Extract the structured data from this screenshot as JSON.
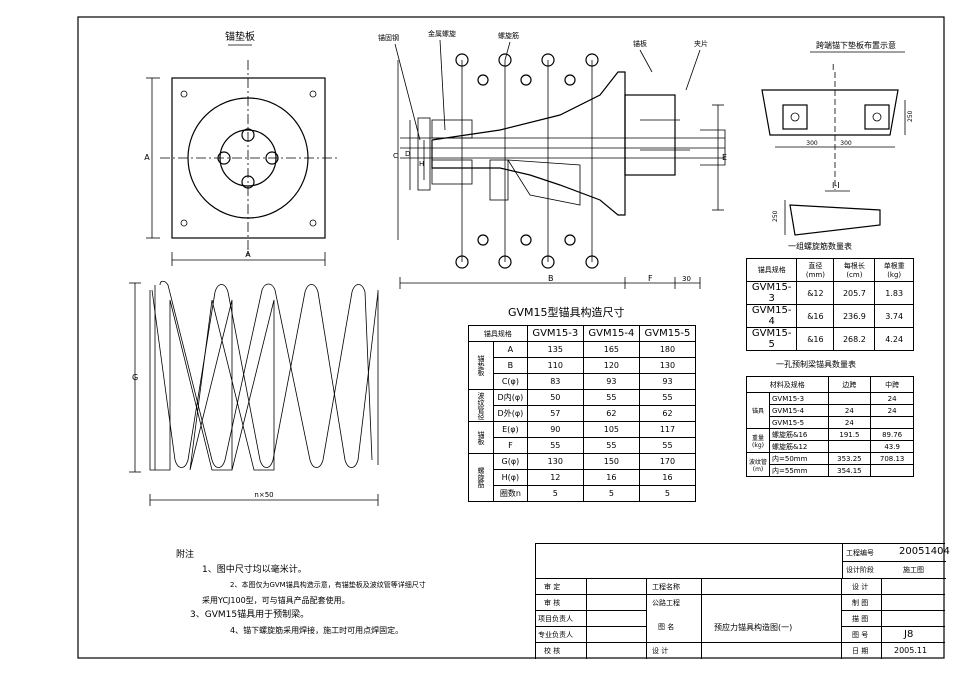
{
  "views": {
    "bearing_plate_title": "锚垫板",
    "plan_label_A": "A",
    "side_label_A": "A",
    "section_labels": {
      "top": [
        "锚固钢",
        "金属螺旋",
        "螺旋筋",
        "锚板",
        "夹片"
      ],
      "C": "C",
      "D": "D",
      "H": "H",
      "E": "E",
      "B": "B",
      "F": "F",
      "dim30": "30"
    },
    "spiral": {
      "G": "G",
      "n50": "n×50"
    },
    "detail_title": "跨端锚下垫板布置示意",
    "detail_cut": "I",
    "detail_cut_bottom": "I-I",
    "detail_dims": [
      "300",
      "300",
      "250"
    ],
    "detail_side_dim": "250"
  },
  "table_main": {
    "title": "GVM15型锚具构造尺寸",
    "header": [
      "锚具规格",
      "GVM15-3",
      "GVM15-4",
      "GVM15-5"
    ],
    "groups": [
      {
        "label": "锚垫板",
        "rows": [
          {
            "k": "A",
            "v": [
              "135",
              "165",
              "180"
            ]
          },
          {
            "k": "B",
            "v": [
              "110",
              "120",
              "130"
            ]
          },
          {
            "k": "C(φ)",
            "v": [
              "83",
              "93",
              "93"
            ]
          }
        ]
      },
      {
        "label": "波纹管径",
        "rows": [
          {
            "k": "D内(φ)",
            "v": [
              "50",
              "55",
              "55"
            ]
          },
          {
            "k": "D外(φ)",
            "v": [
              "57",
              "62",
              "62"
            ]
          }
        ]
      },
      {
        "label": "锚板",
        "rows": [
          {
            "k": "E(φ)",
            "v": [
              "90",
              "105",
              "117"
            ]
          },
          {
            "k": "F",
            "v": [
              "55",
              "55",
              "55"
            ]
          }
        ]
      },
      {
        "label": "螺旋筋",
        "rows": [
          {
            "k": "G(φ)",
            "v": [
              "130",
              "150",
              "170"
            ]
          },
          {
            "k": "H(φ)",
            "v": [
              "12",
              "16",
              "16"
            ]
          },
          {
            "k": "圈数n",
            "v": [
              "5",
              "5",
              "5"
            ]
          }
        ]
      }
    ]
  },
  "table_spiral": {
    "title": "一组螺旋筋数量表",
    "header": [
      "锚具规格",
      "直径(mm)",
      "每根长(cm)",
      "单根重(kg)"
    ],
    "rows": [
      [
        "GVM15-3",
        "&12",
        "205.7",
        "1.83"
      ],
      [
        "GVM15-4",
        "&16",
        "236.9",
        "3.74"
      ],
      [
        "GVM15-5",
        "&16",
        "268.2",
        "4.24"
      ]
    ]
  },
  "table_qty": {
    "title": "一孔预制梁锚具数量表",
    "header": [
      "材料及规格",
      "边跨",
      "中跨"
    ],
    "rows": [
      [
        "锚具",
        "GVM15-3",
        "",
        "24"
      ],
      [
        "",
        "GVM15-4",
        "24",
        "24"
      ],
      [
        "",
        "GVM15-5",
        "24",
        ""
      ],
      [
        "重量(kg)",
        "螺旋筋&16",
        "191.5",
        "89.76"
      ],
      [
        "",
        "螺旋筋&12",
        "",
        "43.9"
      ],
      [
        "波纹管(m)",
        "内=50mm",
        "353.25",
        "708.13"
      ],
      [
        "",
        "内=55mm",
        "354.15",
        ""
      ]
    ]
  },
  "notes": {
    "title": "附注",
    "lines": [
      "1、图中尺寸均以毫米计。",
      "2、本图仅为GVM锚具构造示意，有锚垫板及波纹管等详细尺寸",
      "采用YCJ100型，可与锚具产品配套使用。",
      "3、GVM15锚具用于预制梁。",
      "4、锚下螺旋筋采用焊接，施工时可用点焊固定。"
    ]
  },
  "titleblock": {
    "drawing_no_label": "工程编号",
    "drawing_no": "20051404",
    "design_stage_label": "设计阶段",
    "design_stage": "施工图",
    "left_labels": [
      "审 定",
      "审 核",
      "项目负责人",
      "专业负责人",
      "校 核"
    ],
    "project_label": "工程名称",
    "project_value": "公路工程",
    "figure_label": "图 名",
    "figure_name": "预应力锚具构造图(一)",
    "design_label": "设 计",
    "right_labels": [
      "设 计",
      "制 图",
      "描 图",
      "图 号",
      "日 期"
    ],
    "sheet_no": "J8",
    "date": "2005.11"
  }
}
